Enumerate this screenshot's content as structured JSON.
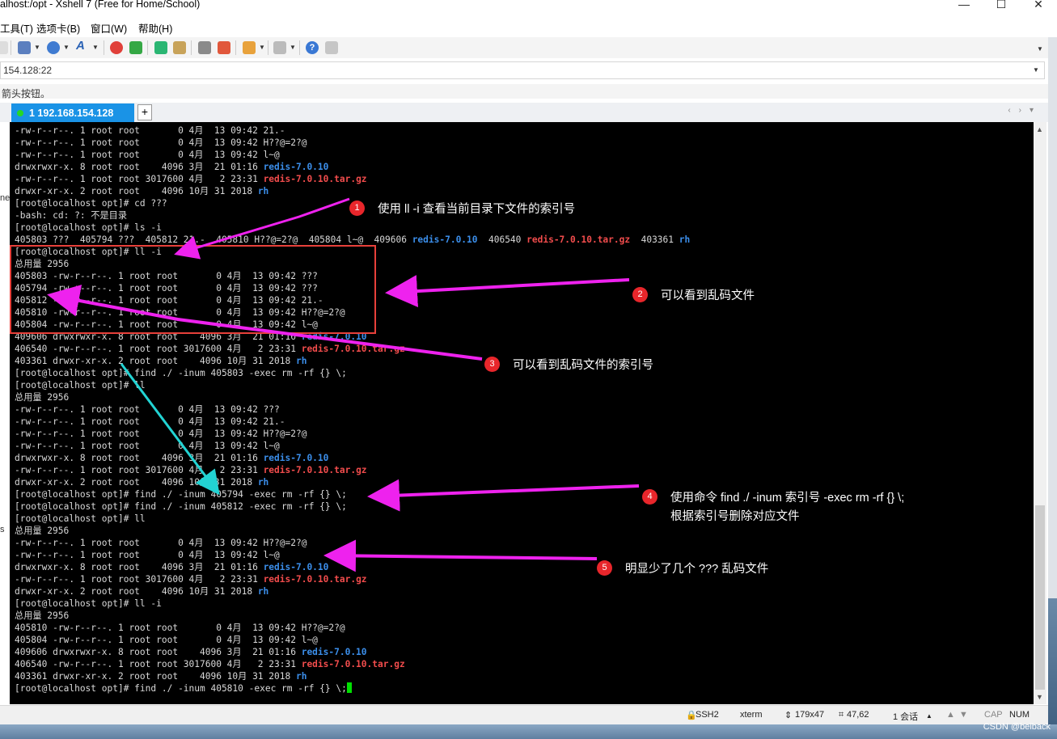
{
  "window": {
    "title": "alhost:/opt - Xshell 7 (Free for Home/School)",
    "controls": {
      "minimize": "—",
      "maximize": "☐",
      "close": "✕"
    }
  },
  "menu": [
    "工具(T)",
    "选项卡(B)",
    "窗口(W)",
    "帮助(H)"
  ],
  "address_bar": {
    "value": "154.128:22"
  },
  "hint_bar": {
    "text": "箭头按钮。"
  },
  "tabs": [
    {
      "label": "1 192.168.154.128",
      "status_color": "#26d826"
    }
  ],
  "add_tab": "+",
  "terminal": {
    "lines": [
      {
        "text": "-rw-r--r--. 1 root root       0 4月  13 09:42 21.-"
      },
      {
        "text": "-rw-r--r--. 1 root root       0 4月  13 09:42 H??@=2?@"
      },
      {
        "text": "-rw-r--r--. 1 root root       0 4月  13 09:42 l~@"
      },
      {
        "text": "drwxrwxr-x. 8 root root    4096 3月  21 01:16 ",
        "colored": "redis-7.0.10",
        "color": "dir"
      },
      {
        "text": "-rw-r--r--. 1 root root 3017600 4月   2 23:31 ",
        "colored": "redis-7.0.10.tar.gz",
        "color": "gz"
      },
      {
        "text": "drwxr-xr-x. 2 root root    4096 10月 31 2018 ",
        "colored": "rh",
        "color": "dir"
      },
      {
        "text": "[root@localhost opt]# cd ???"
      },
      {
        "text": "-bash: cd: ?: 不是目录"
      },
      {
        "text": "[root@localhost opt]# ls -i"
      },
      {
        "text": "405803 ???  405794 ???  405812 21.-  405810 H??@=2?@  405804 l~@  409606 ",
        "colored": "redis-7.0.10",
        "color": "dir",
        "after": "  406540 ",
        "colored2": "redis-7.0.10.tar.gz",
        "color2": "gz",
        "after2": "  403361 ",
        "colored3": "rh",
        "color3": "dir"
      },
      {
        "text": "[root@localhost opt]# ll -i"
      },
      {
        "text": "总用量 2956"
      },
      {
        "text": "405803 -rw-r--r--. 1 root root       0 4月  13 09:42 ???"
      },
      {
        "text": "405794 -rw-r--r--. 1 root root       0 4月  13 09:42 ???"
      },
      {
        "text": "405812 -rw-r--r--. 1 root root       0 4月  13 09:42 21.-"
      },
      {
        "text": "405810 -rw-r--r--. 1 root root       0 4月  13 09:42 H??@=2?@"
      },
      {
        "text": "405804 -rw-r--r--. 1 root root       0 4月  13 09:42 l~@"
      },
      {
        "text": "409606 drwxrwxr-x. 8 root root    4096 3月  21 01:16 ",
        "colored": "redis-7.0.10",
        "color": "dir"
      },
      {
        "text": "406540 -rw-r--r--. 1 root root 3017600 4月   2 23:31 ",
        "colored": "redis-7.0.10.tar.gz",
        "color": "gz"
      },
      {
        "text": "403361 drwxr-xr-x. 2 root root    4096 10月 31 2018 ",
        "colored": "rh",
        "color": "dir"
      },
      {
        "text": "[root@localhost opt]# find ./ -inum 405803 -exec rm -rf {} \\;"
      },
      {
        "text": "[root@localhost opt]# ll"
      },
      {
        "text": "总用量 2956"
      },
      {
        "text": "-rw-r--r--. 1 root root       0 4月  13 09:42 ???"
      },
      {
        "text": "-rw-r--r--. 1 root root       0 4月  13 09:42 21.-"
      },
      {
        "text": "-rw-r--r--. 1 root root       0 4月  13 09:42 H??@=2?@"
      },
      {
        "text": "-rw-r--r--. 1 root root       0 4月  13 09:42 l~@"
      },
      {
        "text": "drwxrwxr-x. 8 root root    4096 3月  21 01:16 ",
        "colored": "redis-7.0.10",
        "color": "dir"
      },
      {
        "text": "-rw-r--r--. 1 root root 3017600 4月   2 23:31 ",
        "colored": "redis-7.0.10.tar.gz",
        "color": "gz"
      },
      {
        "text": "drwxr-xr-x. 2 root root    4096 10月 31 2018 ",
        "colored": "rh",
        "color": "dir"
      },
      {
        "text": "[root@localhost opt]# find ./ -inum 405794 -exec rm -rf {} \\;"
      },
      {
        "text": "[root@localhost opt]# find ./ -inum 405812 -exec rm -rf {} \\;"
      },
      {
        "text": "[root@localhost opt]# ll"
      },
      {
        "text": "总用量 2956"
      },
      {
        "text": "-rw-r--r--. 1 root root       0 4月  13 09:42 H??@=2?@"
      },
      {
        "text": "-rw-r--r--. 1 root root       0 4月  13 09:42 l~@"
      },
      {
        "text": "drwxrwxr-x. 8 root root    4096 3月  21 01:16 ",
        "colored": "redis-7.0.10",
        "color": "dir"
      },
      {
        "text": "-rw-r--r--. 1 root root 3017600 4月   2 23:31 ",
        "colored": "redis-7.0.10.tar.gz",
        "color": "gz"
      },
      {
        "text": "drwxr-xr-x. 2 root root    4096 10月 31 2018 ",
        "colored": "rh",
        "color": "dir"
      },
      {
        "text": "[root@localhost opt]# ll -i"
      },
      {
        "text": "总用量 2956"
      },
      {
        "text": "405810 -rw-r--r--. 1 root root       0 4月  13 09:42 H??@=2?@"
      },
      {
        "text": "405804 -rw-r--r--. 1 root root       0 4月  13 09:42 l~@"
      },
      {
        "text": "409606 drwxrwxr-x. 8 root root    4096 3月  21 01:16 ",
        "colored": "redis-7.0.10",
        "color": "dir"
      },
      {
        "text": "406540 -rw-r--r--. 1 root root 3017600 4月   2 23:31 ",
        "colored": "redis-7.0.10.tar.gz",
        "color": "gz"
      },
      {
        "text": "403361 drwxr-xr-x. 2 root root    4096 10月 31 2018 ",
        "colored": "rh",
        "color": "dir"
      },
      {
        "text": "[root@localhost opt]# find ./ -inum 405810 -exec rm -rf {} \\;",
        "cursor": true
      }
    ],
    "colors": {
      "dir": "#3b8eea",
      "gz": "#f14c4c",
      "text": "#d9d9d9",
      "background": "#000000",
      "cursor": "#00e000"
    }
  },
  "annotations": [
    {
      "num": "1",
      "text": "使用 ll -i  查看当前目录下文件的索引号"
    },
    {
      "num": "2",
      "text": "可以看到乱码文件"
    },
    {
      "num": "3",
      "text": "可以看到乱码文件的索引号"
    },
    {
      "num": "4",
      "text": "使用命令 find ./ -inum 索引号 -exec rm -rf {}  \\;",
      "text2": "根据索引号删除对应文件"
    },
    {
      "num": "5",
      "text": "明显少了几个 ??? 乱码文件"
    }
  ],
  "annotation_colors": {
    "arrow": "#ee22ee",
    "arrow_cyan": "#22d3d3",
    "badge": "#e8262b",
    "box": "#e8403a"
  },
  "status": {
    "protocol": "SSH2",
    "terminal_type": "xterm",
    "size": "179x47",
    "cursor_pos": "47,62",
    "sessions": "1 会话",
    "caps": "CAP",
    "num": "NUM"
  },
  "watermark": "CSDN @beiback"
}
